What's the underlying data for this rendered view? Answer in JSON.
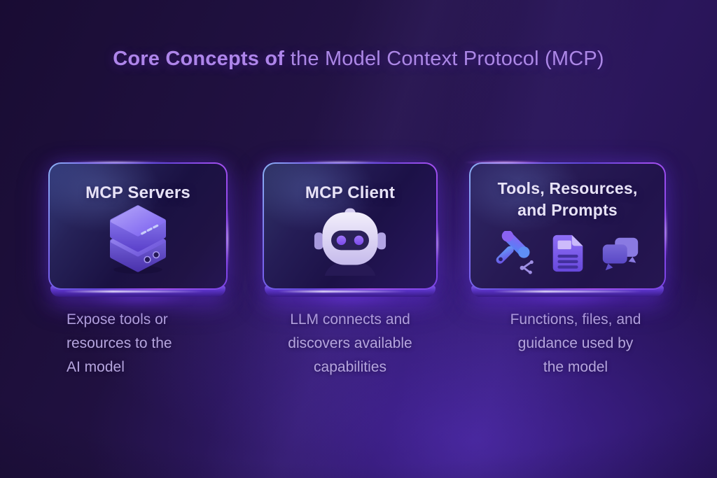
{
  "title": {
    "bold": "Core Concepts of",
    "rest": "the Model Context Protocol (MCP)"
  },
  "cards": [
    {
      "id": "mcp-servers",
      "title_lines": [
        "MCP Servers"
      ],
      "icon": "server-stack-icon",
      "caption_lines": [
        "Expose tools or",
        "resources to the",
        "AI model"
      ]
    },
    {
      "id": "mcp-client",
      "title_lines": [
        "MCP Client"
      ],
      "icon": "robot-icon",
      "caption_lines": [
        "LLM connects and",
        "discovers available",
        "capabilities"
      ]
    },
    {
      "id": "tools-resources-prompts",
      "title_lines": [
        "Tools, Resources,",
        "and Prompts"
      ],
      "icons": [
        "hammer-tool-icon",
        "document-icon",
        "chat-bubbles-icon"
      ],
      "caption_lines": [
        "Functions, files, and",
        "guidance used by",
        "the model"
      ]
    }
  ],
  "colors": {
    "background_base": "#221244",
    "background_glow": "#5a2fc8",
    "title_text": "#ac87e6",
    "card_title_text": "#e7e2f6",
    "caption_text": "#b5a5de",
    "card_border_blue": "#8cb4f4",
    "card_border_purple": "#5f43d6",
    "card_border_magenta": "#a24ff0",
    "pedestal_highlight": "#8f6cee",
    "icon_blue": "#4f8af6",
    "icon_purple": "#7a52f0",
    "robot_head": "#e9e4f7",
    "robot_visor": "#2b2158",
    "robot_eye": "#8a5ff2"
  }
}
